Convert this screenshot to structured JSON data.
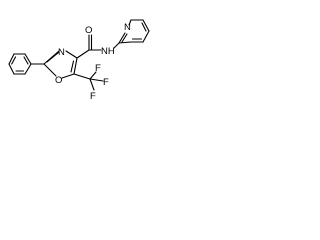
{
  "molecule": {
    "atoms": {
      "oxazole_n": "N",
      "carbonyl_o": "O",
      "amide_nh": "NH",
      "pyridine_n": "N",
      "oxazole_o": "O",
      "cf3_f_top": "F",
      "cf3_f_mid": "F",
      "cf3_f_bottom": "F"
    }
  }
}
